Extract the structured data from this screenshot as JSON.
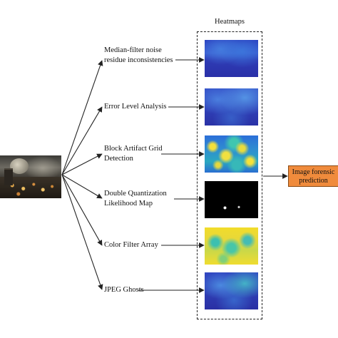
{
  "diagram": {
    "heatmaps_title": "Heatmaps",
    "methods": [
      {
        "label": "Median-filter noise\nresidue inconsistencies"
      },
      {
        "label": "Error Level Analysis"
      },
      {
        "label": "Block Artifact Grid\nDetection"
      },
      {
        "label": "Double Quantization\nLikelihood Map"
      },
      {
        "label": "Color Filter Array"
      },
      {
        "label": "JPEG Ghosts"
      }
    ],
    "output": {
      "line1": "Image forensic",
      "line2": "prediction"
    },
    "colors": {
      "output_fill": "#f08b3c",
      "arrow": "#222222",
      "dashed_border": "#222222"
    }
  }
}
